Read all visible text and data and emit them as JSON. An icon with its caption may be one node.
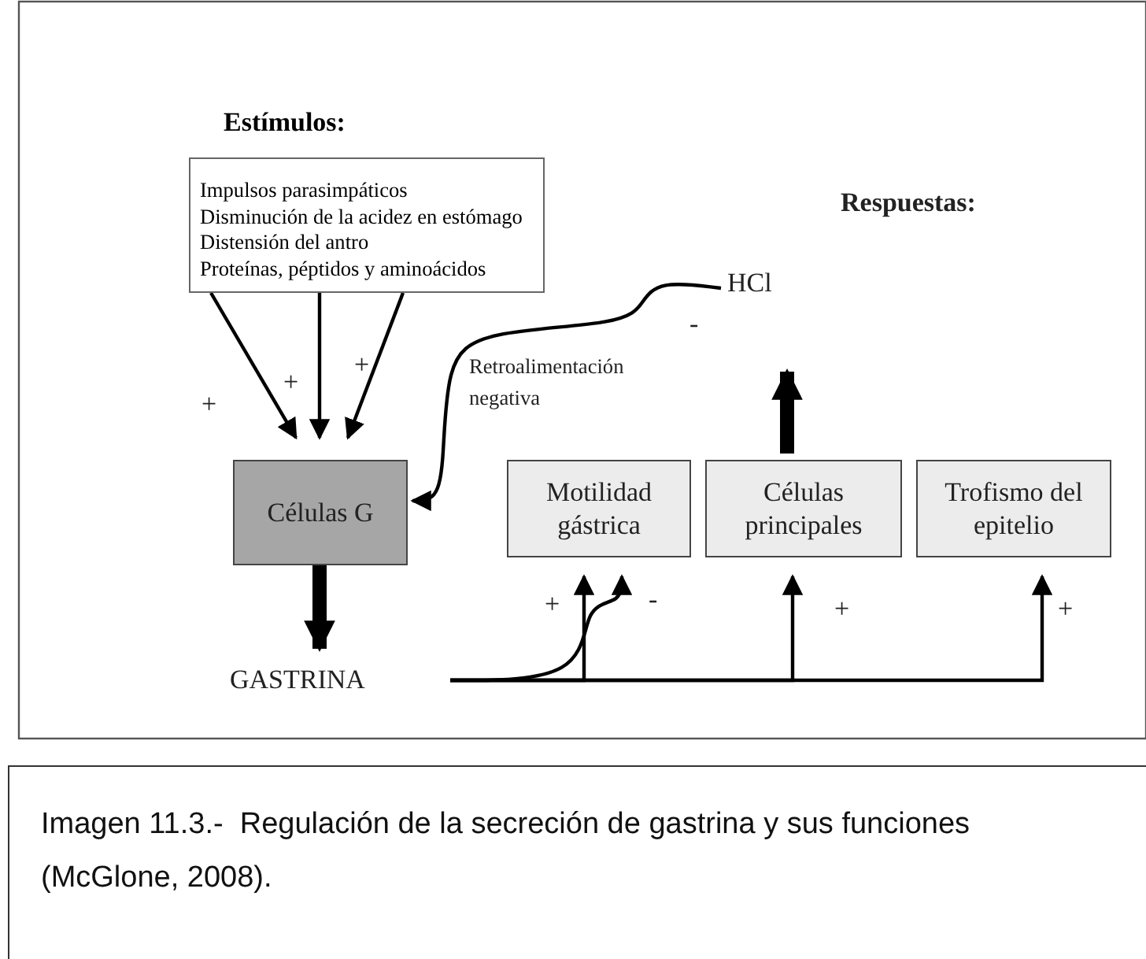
{
  "diagram": {
    "caption": "Imagen 11.3.-  Regulación de la secreción de gastrina y sus funciones (McGlone, 2008).",
    "nodes": [
      {
        "text": [
          "Estímulos:",
          "Impulsos parasimpáticos",
          "Disminución de la acidez en estómago",
          "Distensión del antro",
          "Proteínas, péptidos  y aminoácidos"
        ]
      },
      {
        "text": [
          "Células G"
        ]
      },
      {
        "text": [
          "GASTRINA"
        ]
      },
      {
        "text": [
          "Motilidad gástrica"
        ]
      },
      {
        "text": [
          "Células principales"
        ]
      },
      {
        "text": [
          "Trofismo del epitelio"
        ]
      },
      {
        "text": [
          "HCl"
        ]
      }
    ],
    "edges": [
      {
        "from": 0,
        "to": 1,
        "arrow": "to",
        "label": "+"
      },
      {
        "from": 0,
        "to": 1,
        "arrow": "to",
        "label": "+"
      },
      {
        "from": 0,
        "to": 1,
        "arrow": "to",
        "label": "+"
      },
      {
        "from": 1,
        "to": 2,
        "arrow": "to",
        "style": "thick"
      },
      {
        "from": 2,
        "to": 3,
        "arrow": "to",
        "label": "+"
      },
      {
        "from": 2,
        "to": 3,
        "arrow": "to",
        "label": "-"
      },
      {
        "from": 2,
        "to": 4,
        "arrow": "to",
        "label": "+"
      },
      {
        "from": 2,
        "to": 5,
        "arrow": "to",
        "label": "+"
      },
      {
        "from": 4,
        "to": 6,
        "arrow": "to",
        "style": "thick"
      },
      {
        "from": 6,
        "to": 1,
        "arrow": "to",
        "label": "-"
      }
    ],
    "labels": [
      "Respuestas:",
      "Retroalimentación negativa"
    ]
  }
}
